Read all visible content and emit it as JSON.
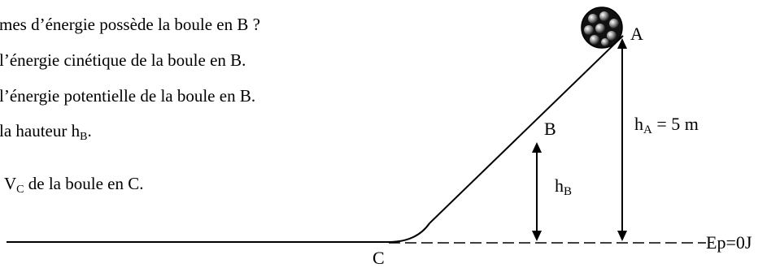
{
  "questions": {
    "q1": "mes d’énergie possède la boule en B ?",
    "q2": "l’énergie cinétique de la boule en B.",
    "q3": "l’énergie potentielle de la boule en B.",
    "q4_text": "la hauteur h",
    "q4_sub": "B",
    "q4_end": ".",
    "q5_main": "V",
    "q5_sub": "C",
    "q5_text": " de la boule en C."
  },
  "diagram": {
    "point_a": "A",
    "point_b": "B",
    "point_c": "C",
    "hA_main": "h",
    "hA_sub": "A",
    "hA_value": " = 5 m",
    "hB_main": "h",
    "hB_sub": "B",
    "reference_label": "Ep=0J"
  }
}
